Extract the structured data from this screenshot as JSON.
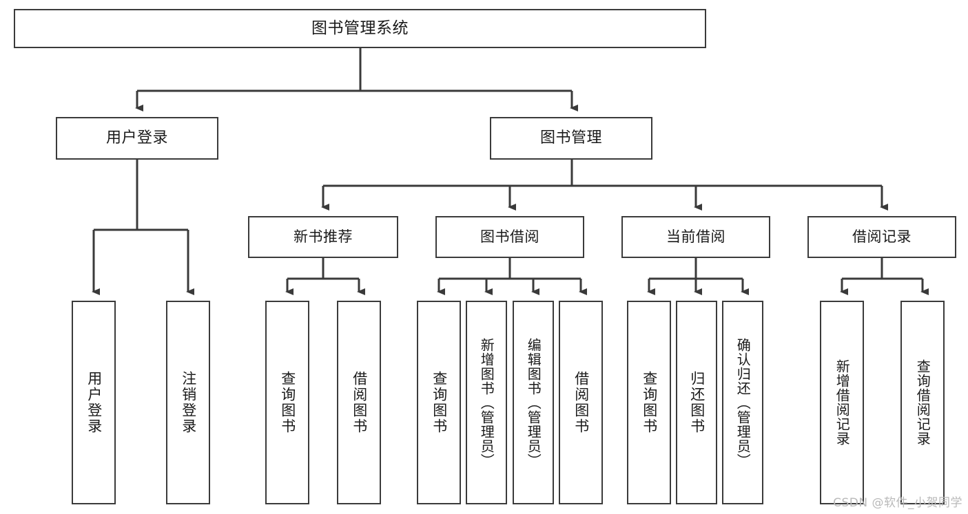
{
  "diagram": {
    "title": "图书管理系统",
    "watermark": "CSDN @软件_小贺同学",
    "root": {
      "label": "图书管理系统"
    },
    "level2": [
      {
        "label": "用户登录"
      },
      {
        "label": "图书管理"
      }
    ],
    "level3": [
      {
        "label": "新书推荐"
      },
      {
        "label": "图书借阅"
      },
      {
        "label": "当前借阅"
      },
      {
        "label": "借阅记录"
      }
    ],
    "leaves": {
      "user_login": [
        {
          "label": "用户登录"
        },
        {
          "label": "注销登录"
        }
      ],
      "new_book": [
        {
          "label": "查询图书"
        },
        {
          "label": "借阅图书"
        }
      ],
      "book_borrow": [
        {
          "label": "查询图书"
        },
        {
          "label": "新增图书（管理员）"
        },
        {
          "label": "编辑图书（管理员）"
        },
        {
          "label": "借阅图书"
        }
      ],
      "current_borrow": [
        {
          "label": "查询图书"
        },
        {
          "label": "归还图书"
        },
        {
          "label": "确认归还（管理员）"
        }
      ],
      "borrow_record": [
        {
          "label": "新增借阅记录"
        },
        {
          "label": "查询借阅记录"
        }
      ]
    }
  },
  "style": {
    "line_color": "#3a3a3a",
    "box_border": "#3a3a3a",
    "box_fill": "#ffffff",
    "text_color": "#1a1a1a",
    "watermark_color": "#b9b9b9"
  }
}
